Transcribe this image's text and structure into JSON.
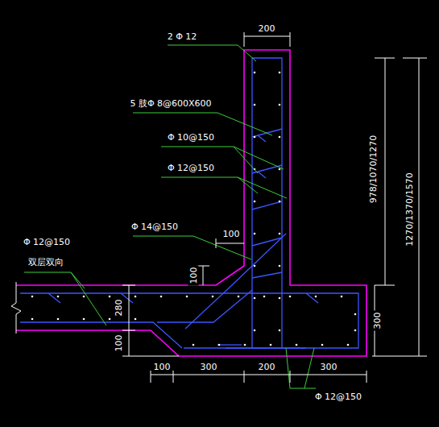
{
  "diagram": {
    "labels": [
      "200",
      "2 Φ 12",
      "5 肢Φ 8@600X600",
      "Φ 10@150",
      "Φ 12@150",
      "978/1070/1270",
      "1270/1370/1570",
      "Φ 14@150",
      "100",
      "Φ 12@150",
      "双层双向",
      "100",
      "280",
      "300",
      "100",
      "100",
      "300",
      "200",
      "300",
      "Φ 12@150"
    ]
  }
}
